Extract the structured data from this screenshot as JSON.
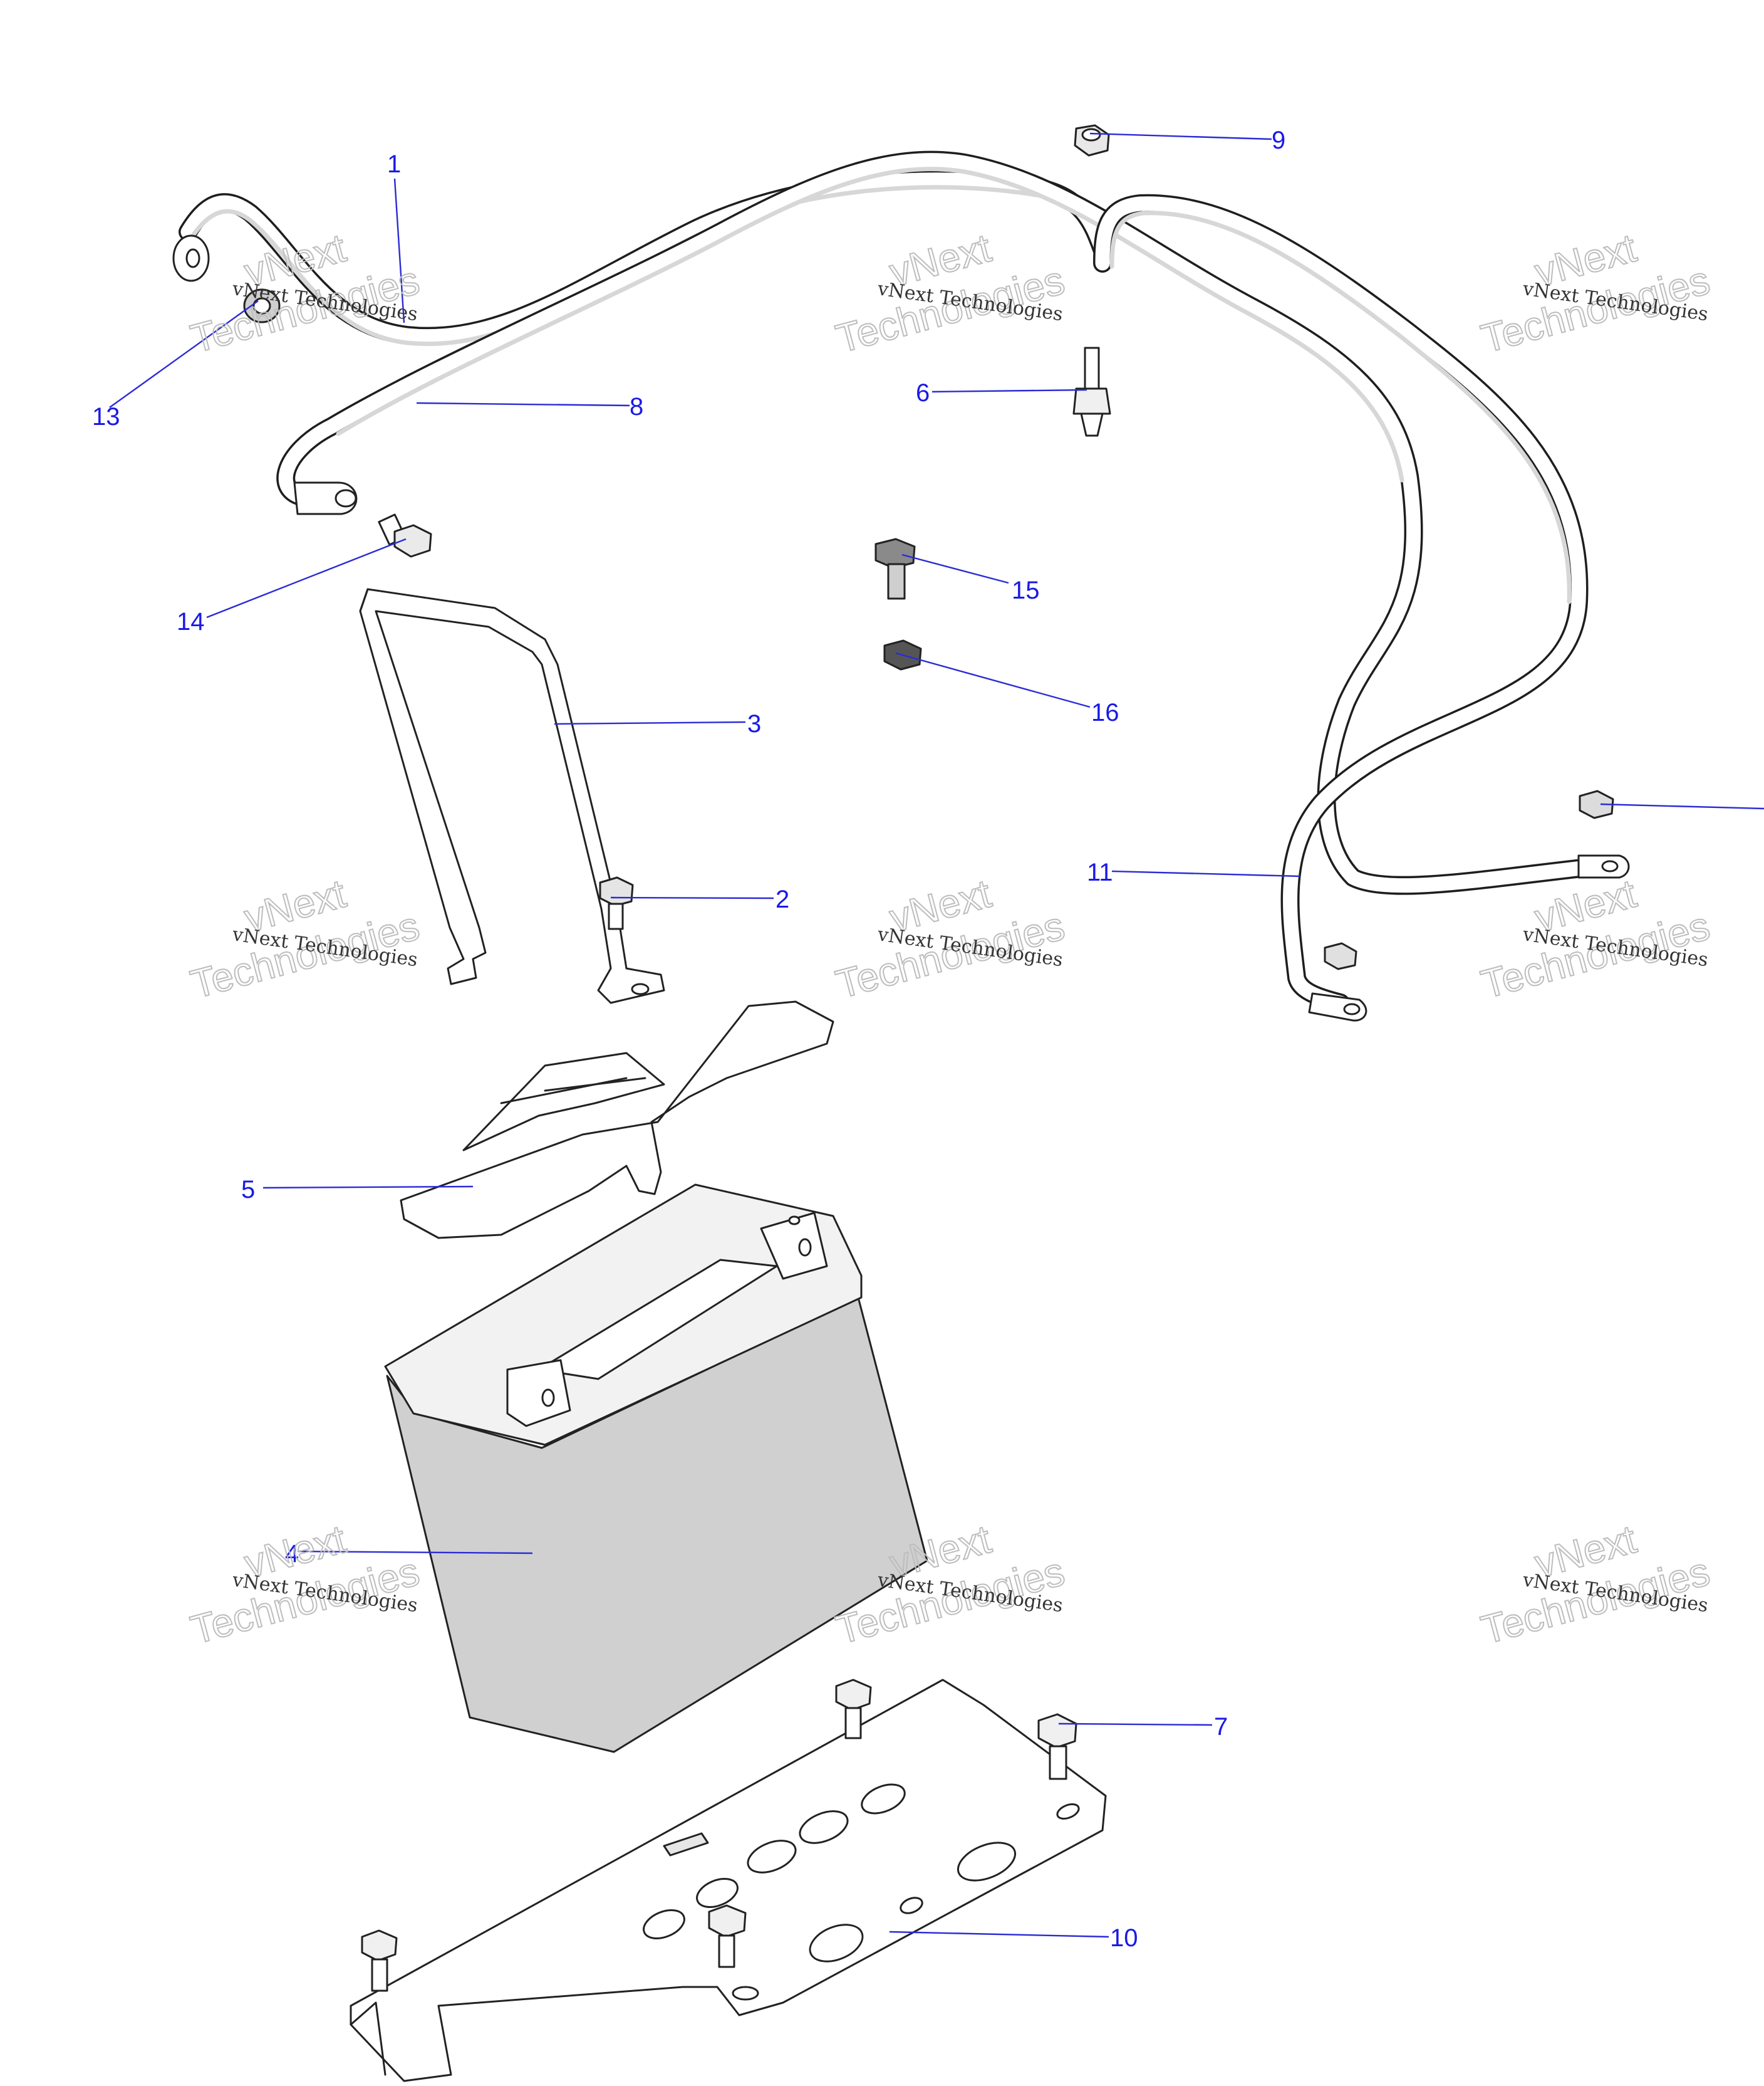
{
  "diagram": {
    "callouts": [
      {
        "id": "c1",
        "label": "1"
      },
      {
        "id": "c2",
        "label": "2"
      },
      {
        "id": "c3",
        "label": "3"
      },
      {
        "id": "c4",
        "label": "4"
      },
      {
        "id": "c5",
        "label": "5"
      },
      {
        "id": "c6",
        "label": "6"
      },
      {
        "id": "c7",
        "label": "7"
      },
      {
        "id": "c8",
        "label": "8"
      },
      {
        "id": "c9",
        "label": "9"
      },
      {
        "id": "c10",
        "label": "10"
      },
      {
        "id": "c11",
        "label": "11"
      },
      {
        "id": "c13",
        "label": "13"
      },
      {
        "id": "c14",
        "label": "14"
      },
      {
        "id": "c15",
        "label": "15"
      },
      {
        "id": "c16",
        "label": "16"
      }
    ],
    "colors": {
      "callout_text": "#1a1ae6",
      "leader_line": "#2b2bd6",
      "part_outline": "#222222",
      "battery_fill": "#d0d0d0",
      "watermark": "#bdbdbd"
    }
  },
  "watermark": {
    "line1": "vNext Technologies",
    "big1": "vNext",
    "big2": "Technologies"
  }
}
